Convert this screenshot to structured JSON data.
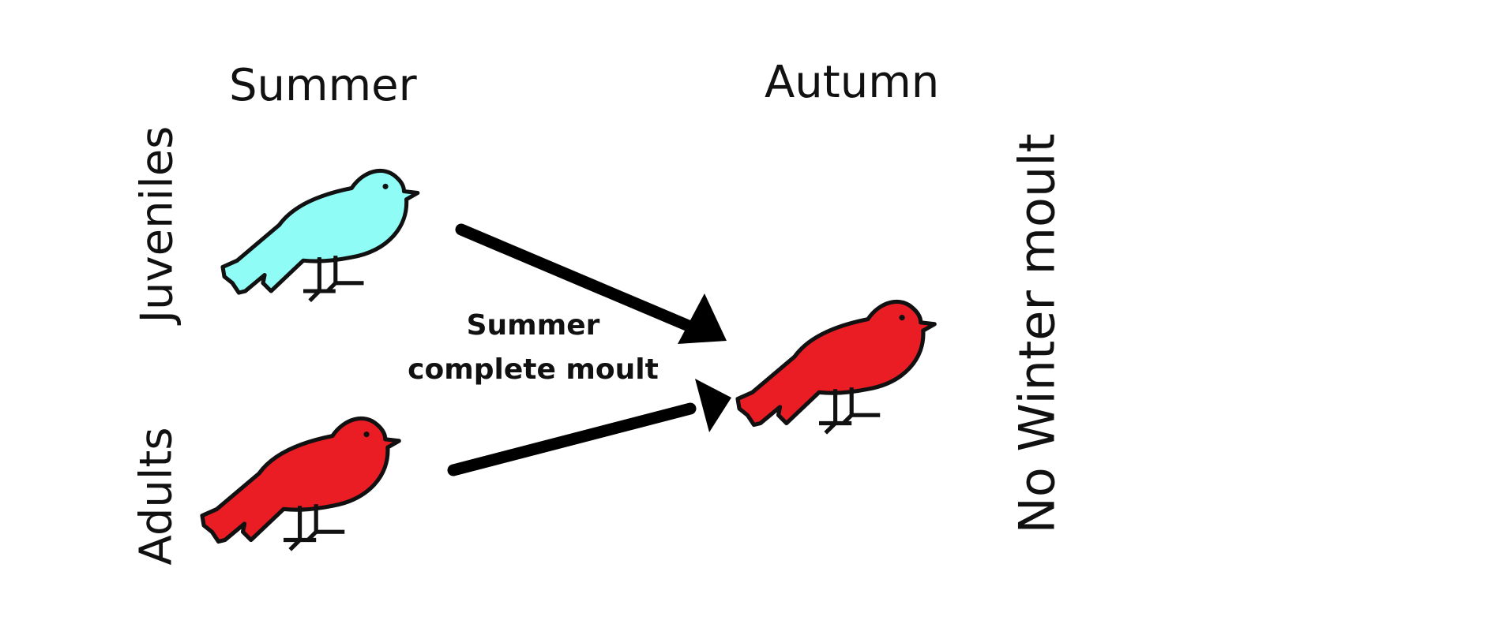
{
  "columns": {
    "summer": "Summer",
    "autumn": "Autumn"
  },
  "rows": {
    "juveniles": "Juveniles",
    "adults": "Adults"
  },
  "process": {
    "line1": "Summer",
    "line2": "complete moult"
  },
  "note": "No Winter moult",
  "colors": {
    "juvenile_bird": "#8ffcf6",
    "adult_bird": "#ea1c24",
    "arrow": "#000000",
    "outline": "#111111"
  }
}
